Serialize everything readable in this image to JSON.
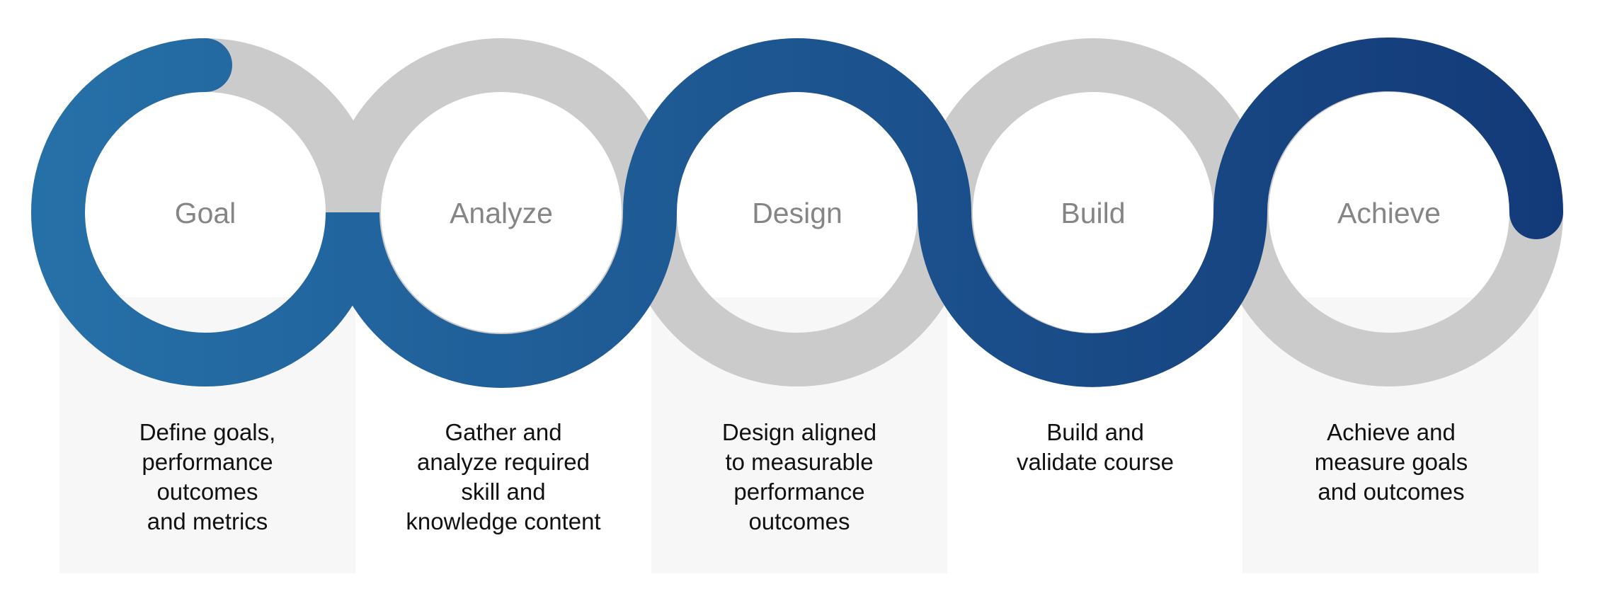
{
  "colors": {
    "panel": "#f7f7f7",
    "ring_gray": "#cbcbcb",
    "path_start": "#2670a8",
    "path_end": "#133a78",
    "label": "#858585",
    "text": "#111111"
  },
  "steps": [
    {
      "label": "Goal",
      "description": "Define goals,\nperformance\noutcomes\nand metrics"
    },
    {
      "label": "Analyze",
      "description": "Gather and\nanalyze required\nskill and\nknowledge content"
    },
    {
      "label": "Design",
      "description": "Design aligned\nto measurable\nperformance\noutcomes"
    },
    {
      "label": "Build",
      "description": "Build and\nvalidate course"
    },
    {
      "label": "Achieve",
      "description": "Achieve and\nmeasure goals\nand outcomes"
    }
  ]
}
